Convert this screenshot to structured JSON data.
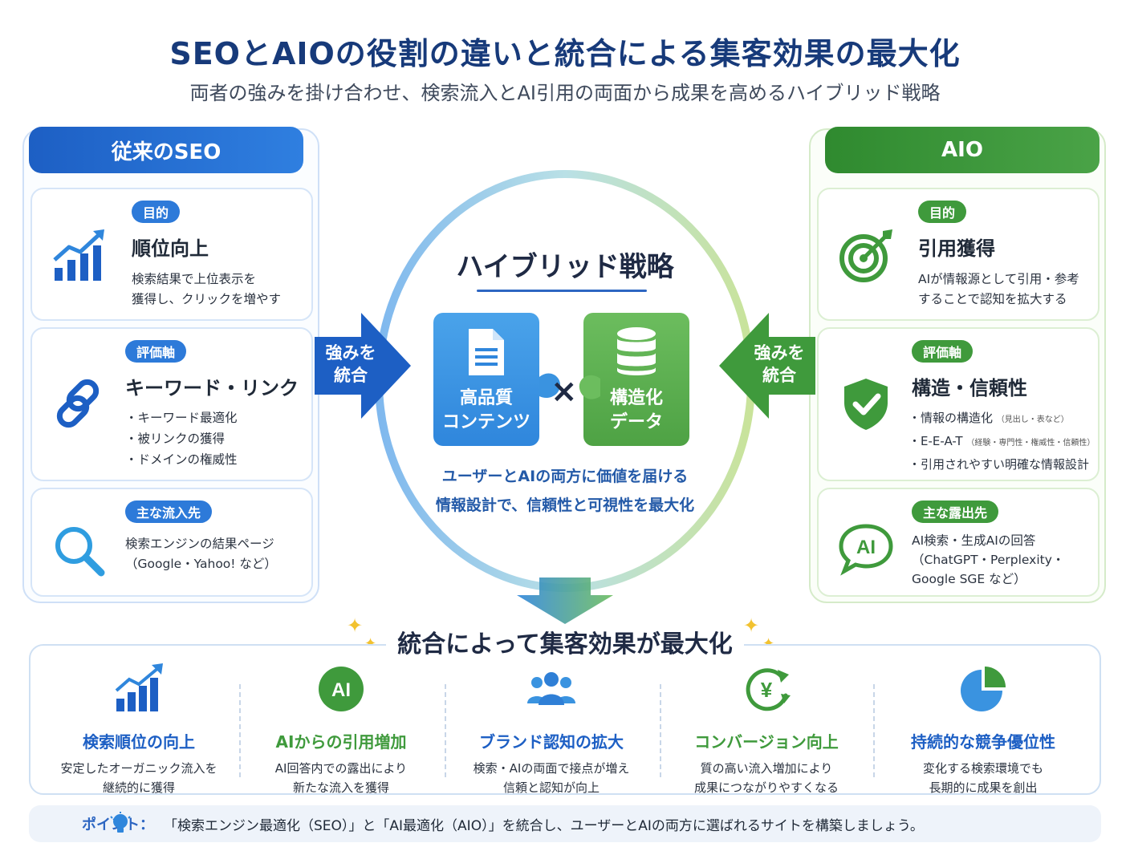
{
  "header": {
    "title": "SEOとAIOの役割の違いと統合による集客効果の最大化",
    "subtitle": "両者の強みを掛け合わせ、検索流入とAI引用の両面から成果を高めるハイブリッド戦略"
  },
  "seo": {
    "title": "従来のSEO",
    "cards": [
      {
        "tag": "目的",
        "heading": "順位向上",
        "lines": [
          "検索結果で上位表示を",
          "獲得し、クリックを増やす"
        ],
        "icon": "rising-bar-chart-icon"
      },
      {
        "tag": "評価軸",
        "heading": "キーワード・リンク",
        "lines": [
          "・キーワード最適化",
          "・被リンクの獲得",
          "・ドメインの権威性"
        ],
        "icon": "chain-link-icon"
      },
      {
        "tag": "主な流入先",
        "heading": "",
        "lines": [
          "検索エンジンの結果ページ",
          "（Google・Yahoo! など）"
        ],
        "icon": "magnifier-icon"
      }
    ]
  },
  "aio": {
    "title": "AIO",
    "cards": [
      {
        "tag": "目的",
        "heading": "引用獲得",
        "lines": [
          "AIが情報源として引用・参考",
          "することで認知を拡大する"
        ],
        "icon": "target-icon"
      },
      {
        "tag": "評価軸",
        "heading": "構造・信頼性",
        "lines": [
          "・情報の構造化",
          "・E-E-A-T",
          "・引用されやすい明確な情報設計"
        ],
        "notes": [
          "（見出し・表など）",
          "（経験・専門性・権威性・信頼性）"
        ],
        "icon": "shield-check-icon"
      },
      {
        "tag": "主な露出先",
        "heading": "",
        "lines": [
          "AI検索・生成AIの回答",
          "（ChatGPT・Perplexity・",
          "Google SGE など）"
        ],
        "icon": "ai-chat-bubble-icon"
      }
    ]
  },
  "arrows": {
    "left": [
      "強みを",
      "統合"
    ],
    "right": [
      "強みを",
      "統合"
    ]
  },
  "center": {
    "title": "ハイブリッド戦略",
    "tile_left": [
      "高品質",
      "コンテンツ"
    ],
    "tile_right": [
      "構造化",
      "データ"
    ],
    "cross": "×",
    "desc": [
      "ユーザーとAIの両方に価値を届ける",
      "情報設計で、信頼性と可視性を最大化"
    ]
  },
  "result": {
    "title": "統合によって集客効果が最大化",
    "benefits": [
      {
        "title": "検索順位の向上",
        "lines": [
          "安定したオーガニック流入を",
          "継続的に獲得"
        ],
        "color": "#1d5fc4",
        "icon": "rising-bar-chart-icon"
      },
      {
        "title": "AIからの引用増加",
        "lines": [
          "AI回答内での露出により",
          "新たな流入を獲得"
        ],
        "color": "#3f9a3c",
        "icon": "ai-badge-icon",
        "icon_text": "AI"
      },
      {
        "title": "ブランド認知の拡大",
        "lines": [
          "検索・AIの両面で接点が増え",
          "信頼と認知が向上"
        ],
        "color": "#1d5fc4",
        "icon": "people-group-icon"
      },
      {
        "title": "コンバージョン向上",
        "lines": [
          "質の高い流入増加により",
          "成果につながりやすくなる"
        ],
        "color": "#3f9a3c",
        "icon": "yen-cycle-icon",
        "icon_text": "¥"
      },
      {
        "title": "持続的な競争優位性",
        "lines": [
          "変化する検索環境でも",
          "長期的に成果を創出"
        ],
        "color": "#1d5fc4",
        "icon": "pie-chart-icon"
      }
    ]
  },
  "point": {
    "label": "ポイント：",
    "text": "「検索エンジン最適化（SEO）」と「AI最適化（AIO）」を統合し、ユーザーとAIの両方に選ばれるサイトを構築しましょう。"
  },
  "colors": {
    "seo_blue": "#1d5fc4",
    "aio_green": "#3f9a3c",
    "title_navy": "#173a7a"
  }
}
